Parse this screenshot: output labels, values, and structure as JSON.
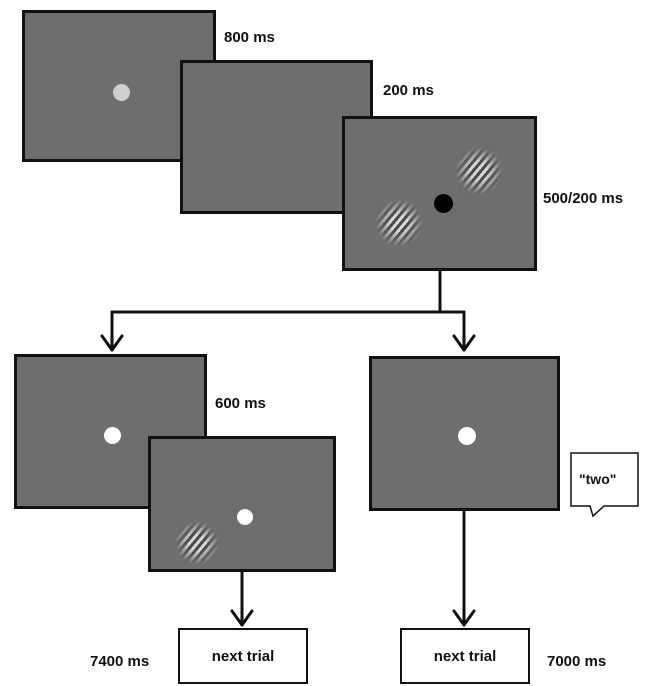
{
  "durations": {
    "fixation": "800 ms",
    "blank": "200 ms",
    "stimulus": "500/200 ms",
    "left_probe": "600 ms",
    "left_end": "7400 ms",
    "right_end": "7000 ms"
  },
  "speech_bubble": "\"two\"",
  "next_trial_left": "next trial",
  "next_trial_right": "next trial"
}
